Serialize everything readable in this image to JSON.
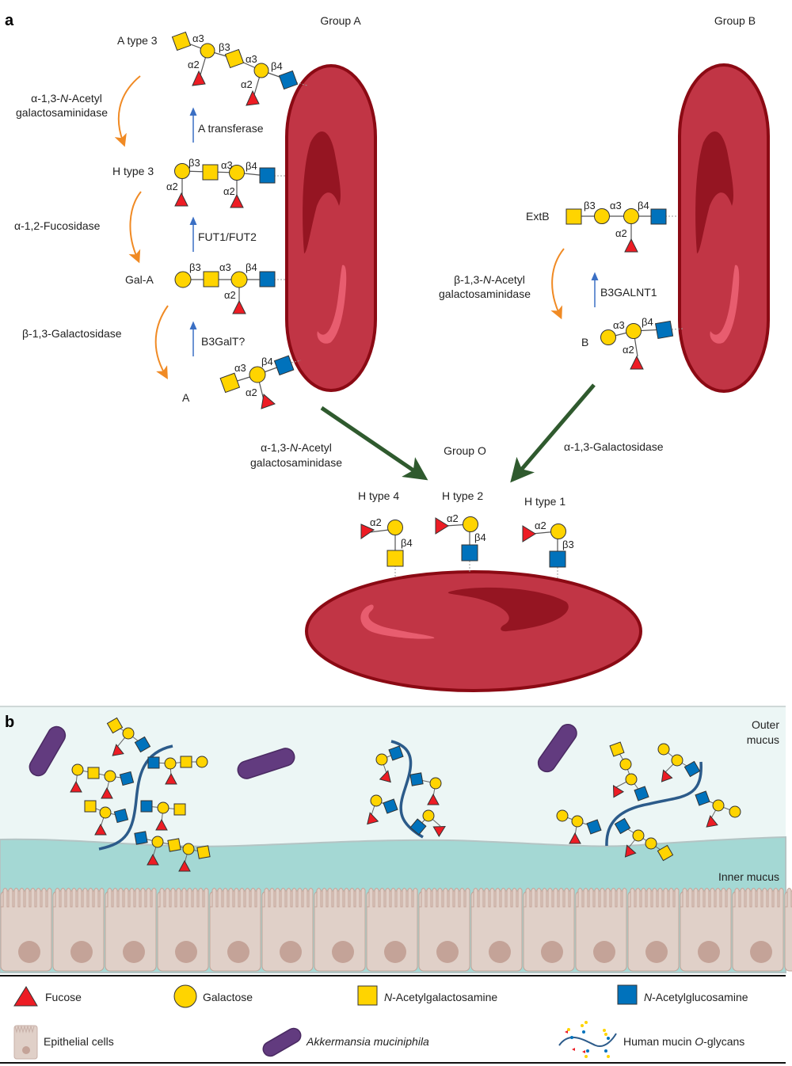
{
  "panel_a": {
    "label": "a",
    "group_a": {
      "title": "Group A",
      "structures": [
        {
          "name": "A type 3",
          "linkages": [
            "α3",
            "β3",
            "α3",
            "β4",
            "α2",
            "α2"
          ]
        },
        {
          "name": "H type 3",
          "linkages": [
            "β3",
            "α3",
            "β4",
            "α2",
            "α2"
          ]
        },
        {
          "name": "Gal-A",
          "linkages": [
            "β3",
            "α3",
            "β4",
            "α2"
          ]
        },
        {
          "name": "A",
          "linkages": [
            "α3",
            "β4",
            "α2"
          ]
        }
      ],
      "degradation_enzymes": [
        {
          "line1": "α-1,3-",
          "italic": "N",
          "line1_rest": "-Acetyl",
          "line2": "galactosaminidase"
        },
        {
          "line1": "α-1,2-Fucosidase"
        },
        {
          "line1": "β-1,3-Galactosidase"
        }
      ],
      "synthesis_enzymes": [
        "A transferase",
        "FUT1/FUT2",
        "B3GalT?"
      ]
    },
    "group_b": {
      "title": "Group B",
      "structures": [
        {
          "name": "ExtB",
          "linkages": [
            "β3",
            "α3",
            "β4",
            "α2"
          ]
        },
        {
          "name": "B",
          "linkages": [
            "α3",
            "β4",
            "α2"
          ]
        }
      ],
      "degradation_enzymes": [
        {
          "line1": "β-1,3-",
          "italic": "N",
          "line1_rest": "-Acetyl",
          "line2": "galactosaminidase"
        }
      ],
      "synthesis_enzymes": [
        "B3GALNT1"
      ]
    },
    "conversion": {
      "a_to_o": {
        "line1": "α-1,3-",
        "italic": "N",
        "line1_rest": "-Acetyl",
        "line2": "galactosaminidase"
      },
      "b_to_o": "α-1,3-Galactosidase"
    },
    "group_o": {
      "title": "Group O",
      "structures": [
        {
          "name": "H type 4",
          "linkages": [
            "α2",
            "β4"
          ]
        },
        {
          "name": "H type 2",
          "linkages": [
            "α2",
            "β4"
          ]
        },
        {
          "name": "H type 1",
          "linkages": [
            "α2",
            "β3"
          ]
        }
      ]
    }
  },
  "panel_b": {
    "label": "b",
    "outer_mucus": [
      "Outer",
      "mucus"
    ],
    "inner_mucus": "Inner mucus"
  },
  "legend": {
    "items": [
      {
        "name": "Fucose",
        "icon": "red-triangle"
      },
      {
        "name": "Galactose",
        "icon": "yellow-circle"
      },
      {
        "name_italic": "N",
        "name": "-Acetylgalactosamine",
        "icon": "yellow-square"
      },
      {
        "name_italic": "N",
        "name": "-Acetylglucosamine",
        "icon": "blue-square"
      },
      {
        "name": "Epithelial cells",
        "icon": "epithelial-cell"
      },
      {
        "name_italic": "Akkermansia muciniphila",
        "icon": "bacterium"
      },
      {
        "name": "Human mucin ",
        "name_italic2": "O",
        "name_rest": "-glycans",
        "icon": "mucin-glycan"
      }
    ]
  },
  "colors": {
    "fucose": "#ed1c24",
    "galactose": "#ffd400",
    "galnac": "#ffd400",
    "glcnac": "#0072bc",
    "rbc": "#c13545",
    "rbc_border": "#8b0a14",
    "degradation_arrow": "#f08a24",
    "synthesis_arrow": "#3a6fc4",
    "conversion_arrow": "#2f5a2e",
    "outer_mucus_bg": "#ecf6f5",
    "inner_mucus_bg": "#a4d8d4",
    "epithelial": "#e0d0c8",
    "bacterium": "#623b7f"
  }
}
